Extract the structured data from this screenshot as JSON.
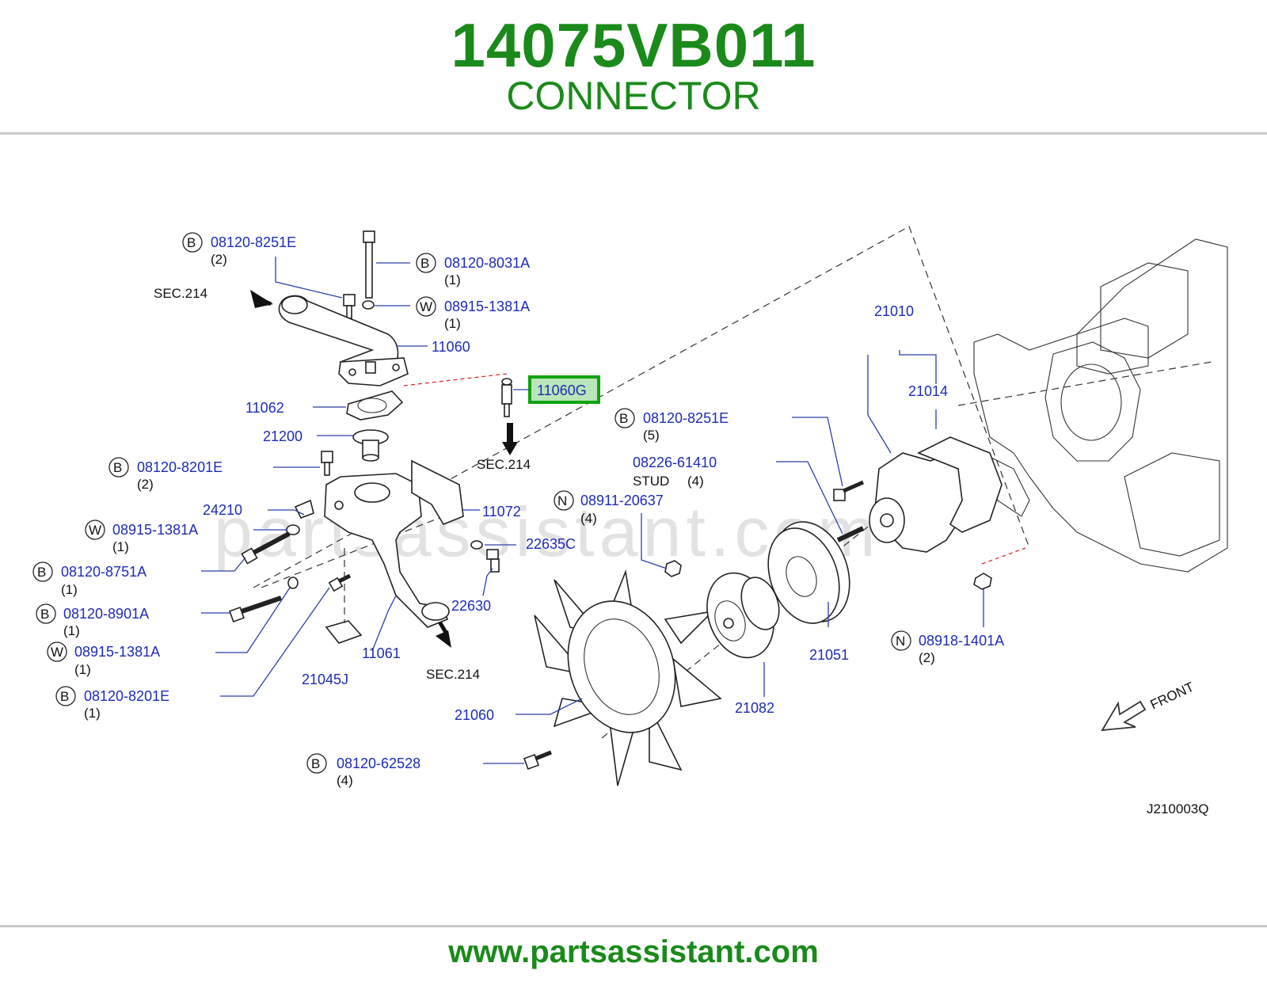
{
  "header": {
    "part_number": "14075VB011",
    "part_name": "CONNECTOR"
  },
  "footer": {
    "website": "www.partsassistant.com"
  },
  "watermark": "partsassistant.com",
  "diagram": {
    "id_label": "J210003Q",
    "front_label": "FRONT",
    "highlighted_part": "11060G",
    "sec_labels": [
      "SEC.214",
      "SEC.214",
      "SEC.214"
    ],
    "labels": [
      {
        "prefix": "B",
        "part": "08120-8251E",
        "qty": "(2)"
      },
      {
        "prefix": "B",
        "part": "08120-8031A",
        "qty": "(1)"
      },
      {
        "prefix": "W",
        "part": "08915-1381A",
        "qty": "(1)"
      },
      {
        "prefix": "",
        "part": "11060",
        "qty": ""
      },
      {
        "prefix": "",
        "part": "11062",
        "qty": ""
      },
      {
        "prefix": "",
        "part": "21200",
        "qty": ""
      },
      {
        "prefix": "B",
        "part": "08120-8201E",
        "qty": "(2)"
      },
      {
        "prefix": "",
        "part": "24210",
        "qty": ""
      },
      {
        "prefix": "",
        "part": "11072",
        "qty": ""
      },
      {
        "prefix": "W",
        "part": "08915-1381A",
        "qty": "(1)"
      },
      {
        "prefix": "",
        "part": "22635C",
        "qty": ""
      },
      {
        "prefix": "B",
        "part": "08120-8751A",
        "qty": "(1)"
      },
      {
        "prefix": "B",
        "part": "08120-8901A",
        "qty": "(1)"
      },
      {
        "prefix": "",
        "part": "22630",
        "qty": ""
      },
      {
        "prefix": "W",
        "part": "08915-1381A",
        "qty": "(1)"
      },
      {
        "prefix": "",
        "part": "11061",
        "qty": ""
      },
      {
        "prefix": "",
        "part": "21045J",
        "qty": ""
      },
      {
        "prefix": "B",
        "part": "08120-8201E",
        "qty": "(1)"
      },
      {
        "prefix": "",
        "part": "21060",
        "qty": ""
      },
      {
        "prefix": "B",
        "part": "08120-62528",
        "qty": "(4)"
      },
      {
        "prefix": "B",
        "part": "08120-8251E",
        "qty": "(5)"
      },
      {
        "prefix": "",
        "part": "08226-61410",
        "qty": "(4)",
        "note": "STUD"
      },
      {
        "prefix": "N",
        "part": "08911-20637",
        "qty": "(4)"
      },
      {
        "prefix": "",
        "part": "21010",
        "qty": ""
      },
      {
        "prefix": "",
        "part": "21014",
        "qty": ""
      },
      {
        "prefix": "",
        "part": "21051",
        "qty": ""
      },
      {
        "prefix": "",
        "part": "21082",
        "qty": ""
      },
      {
        "prefix": "N",
        "part": "08918-1401A",
        "qty": "(2)"
      }
    ]
  }
}
